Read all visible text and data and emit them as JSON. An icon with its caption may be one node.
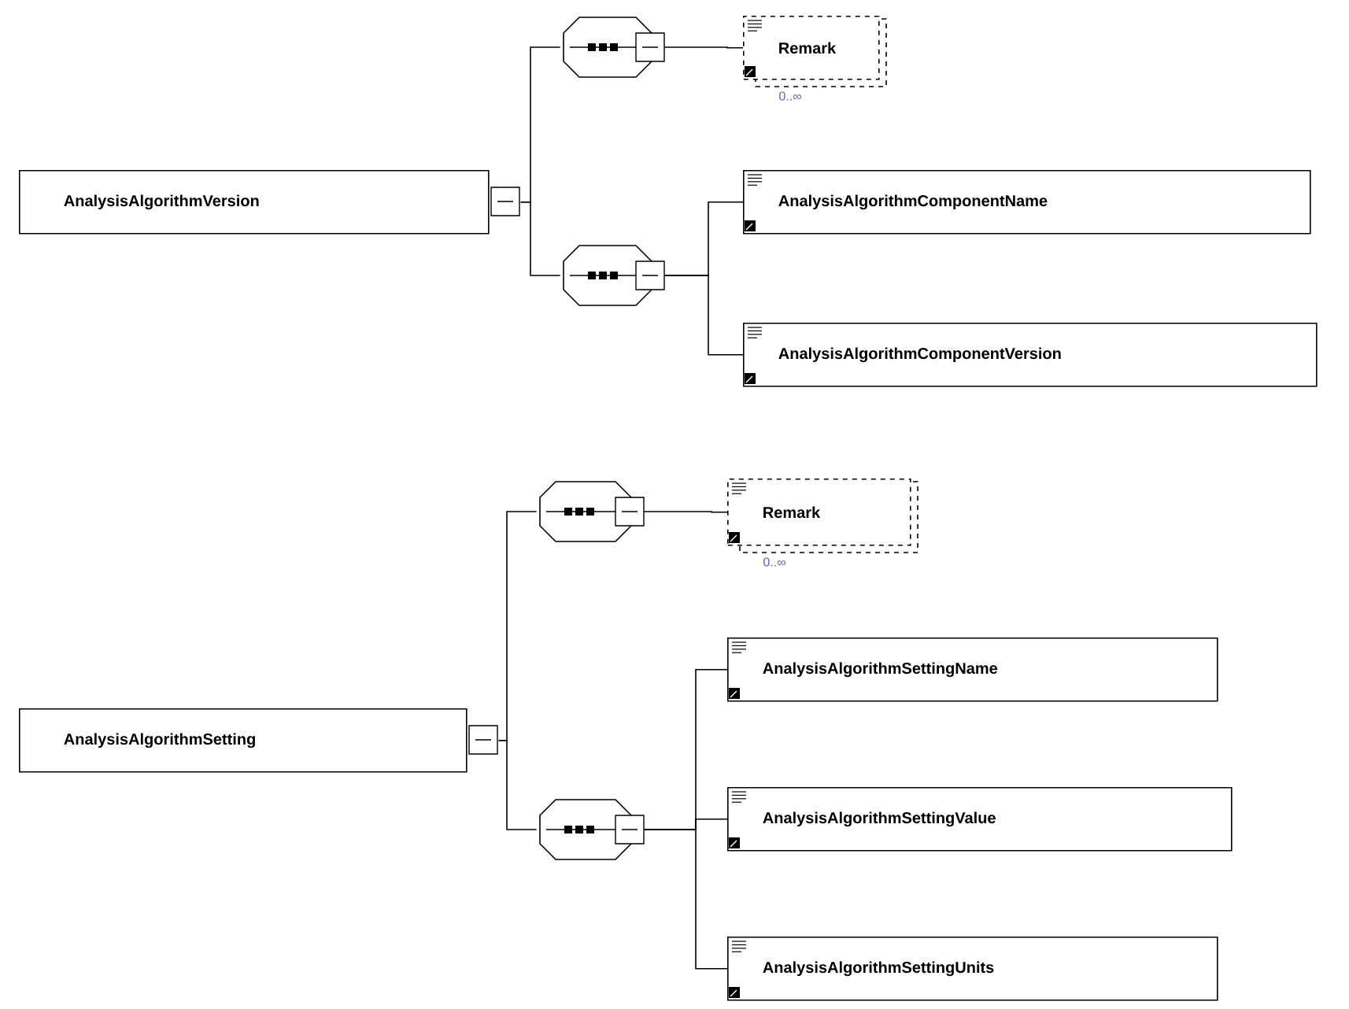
{
  "diagram": {
    "nodes": [
      {
        "text": [
          "AnalysisAlgorithmVersion"
        ]
      },
      {
        "text": [],
        "shape": "octagon"
      },
      {
        "text": [
          "Remark"
        ],
        "beside": [
          "0..∞"
        ]
      },
      {
        "text": [],
        "shape": "octagon"
      },
      {
        "text": [
          "AnalysisAlgorithmComponentName"
        ]
      },
      {
        "text": [
          "AnalysisAlgorithmComponentVersion"
        ]
      },
      {
        "text": [
          "AnalysisAlgorithmSetting"
        ]
      },
      {
        "text": [],
        "shape": "octagon"
      },
      {
        "text": [
          "Remark"
        ],
        "beside": [
          "0..∞"
        ]
      },
      {
        "text": [],
        "shape": "octagon"
      },
      {
        "text": [
          "AnalysisAlgorithmSettingName"
        ]
      },
      {
        "text": [
          "AnalysisAlgorithmSettingValue"
        ]
      },
      {
        "text": [
          "AnalysisAlgorithmSettingUnits"
        ]
      }
    ],
    "edges": [
      {
        "from": 0,
        "to": 1,
        "arrow": "none"
      },
      {
        "from": 0,
        "to": 3,
        "arrow": "none"
      },
      {
        "from": 1,
        "to": 2,
        "arrow": "none"
      },
      {
        "from": 3,
        "to": 4,
        "arrow": "none"
      },
      {
        "from": 3,
        "to": 5,
        "arrow": "none"
      },
      {
        "from": 6,
        "to": 7,
        "arrow": "none"
      },
      {
        "from": 6,
        "to": 9,
        "arrow": "none"
      },
      {
        "from": 7,
        "to": 8,
        "arrow": "none"
      },
      {
        "from": 9,
        "to": 10,
        "arrow": "none"
      },
      {
        "from": 9,
        "to": 11,
        "arrow": "none"
      },
      {
        "from": 9,
        "to": 12,
        "arrow": "none"
      }
    ]
  }
}
